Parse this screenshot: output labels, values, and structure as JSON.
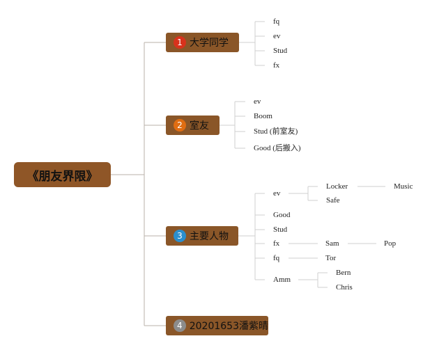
{
  "root": {
    "label": "《朋友界限》"
  },
  "branches": [
    {
      "number": "1",
      "label": "大学同学",
      "badge_color": "#d8321c",
      "children": [
        "fq",
        "ev",
        "Stud",
        "fx"
      ]
    },
    {
      "number": "2",
      "label": "室友",
      "badge_color": "#e06d12",
      "children": [
        "ev",
        "Boom",
        "Stud (前室友)",
        "Good (后搬入)"
      ]
    },
    {
      "number": "3",
      "label": "主要人物",
      "badge_color": "#2b8fce",
      "children": [
        {
          "label": "ev",
          "children": [
            {
              "label": "Locker",
              "children": [
                "Music"
              ]
            },
            {
              "label": "Safe"
            }
          ]
        },
        {
          "label": "Good"
        },
        {
          "label": "Stud"
        },
        {
          "label": "fx",
          "children": [
            {
              "label": "Sam",
              "children": [
                "Pop"
              ]
            }
          ]
        },
        {
          "label": "fq",
          "children": [
            {
              "label": "Tor"
            }
          ]
        },
        {
          "label": "Amm",
          "children": [
            {
              "label": "Bern"
            },
            {
              "label": "Chris"
            }
          ]
        }
      ]
    },
    {
      "number": "4",
      "label": "20201653潘紫晴",
      "badge_color": "#8c8c8c",
      "children": []
    }
  ],
  "colors": {
    "node_fill": "#8a5628",
    "line": "#c8c8c8",
    "trunk": "#b0a090"
  }
}
